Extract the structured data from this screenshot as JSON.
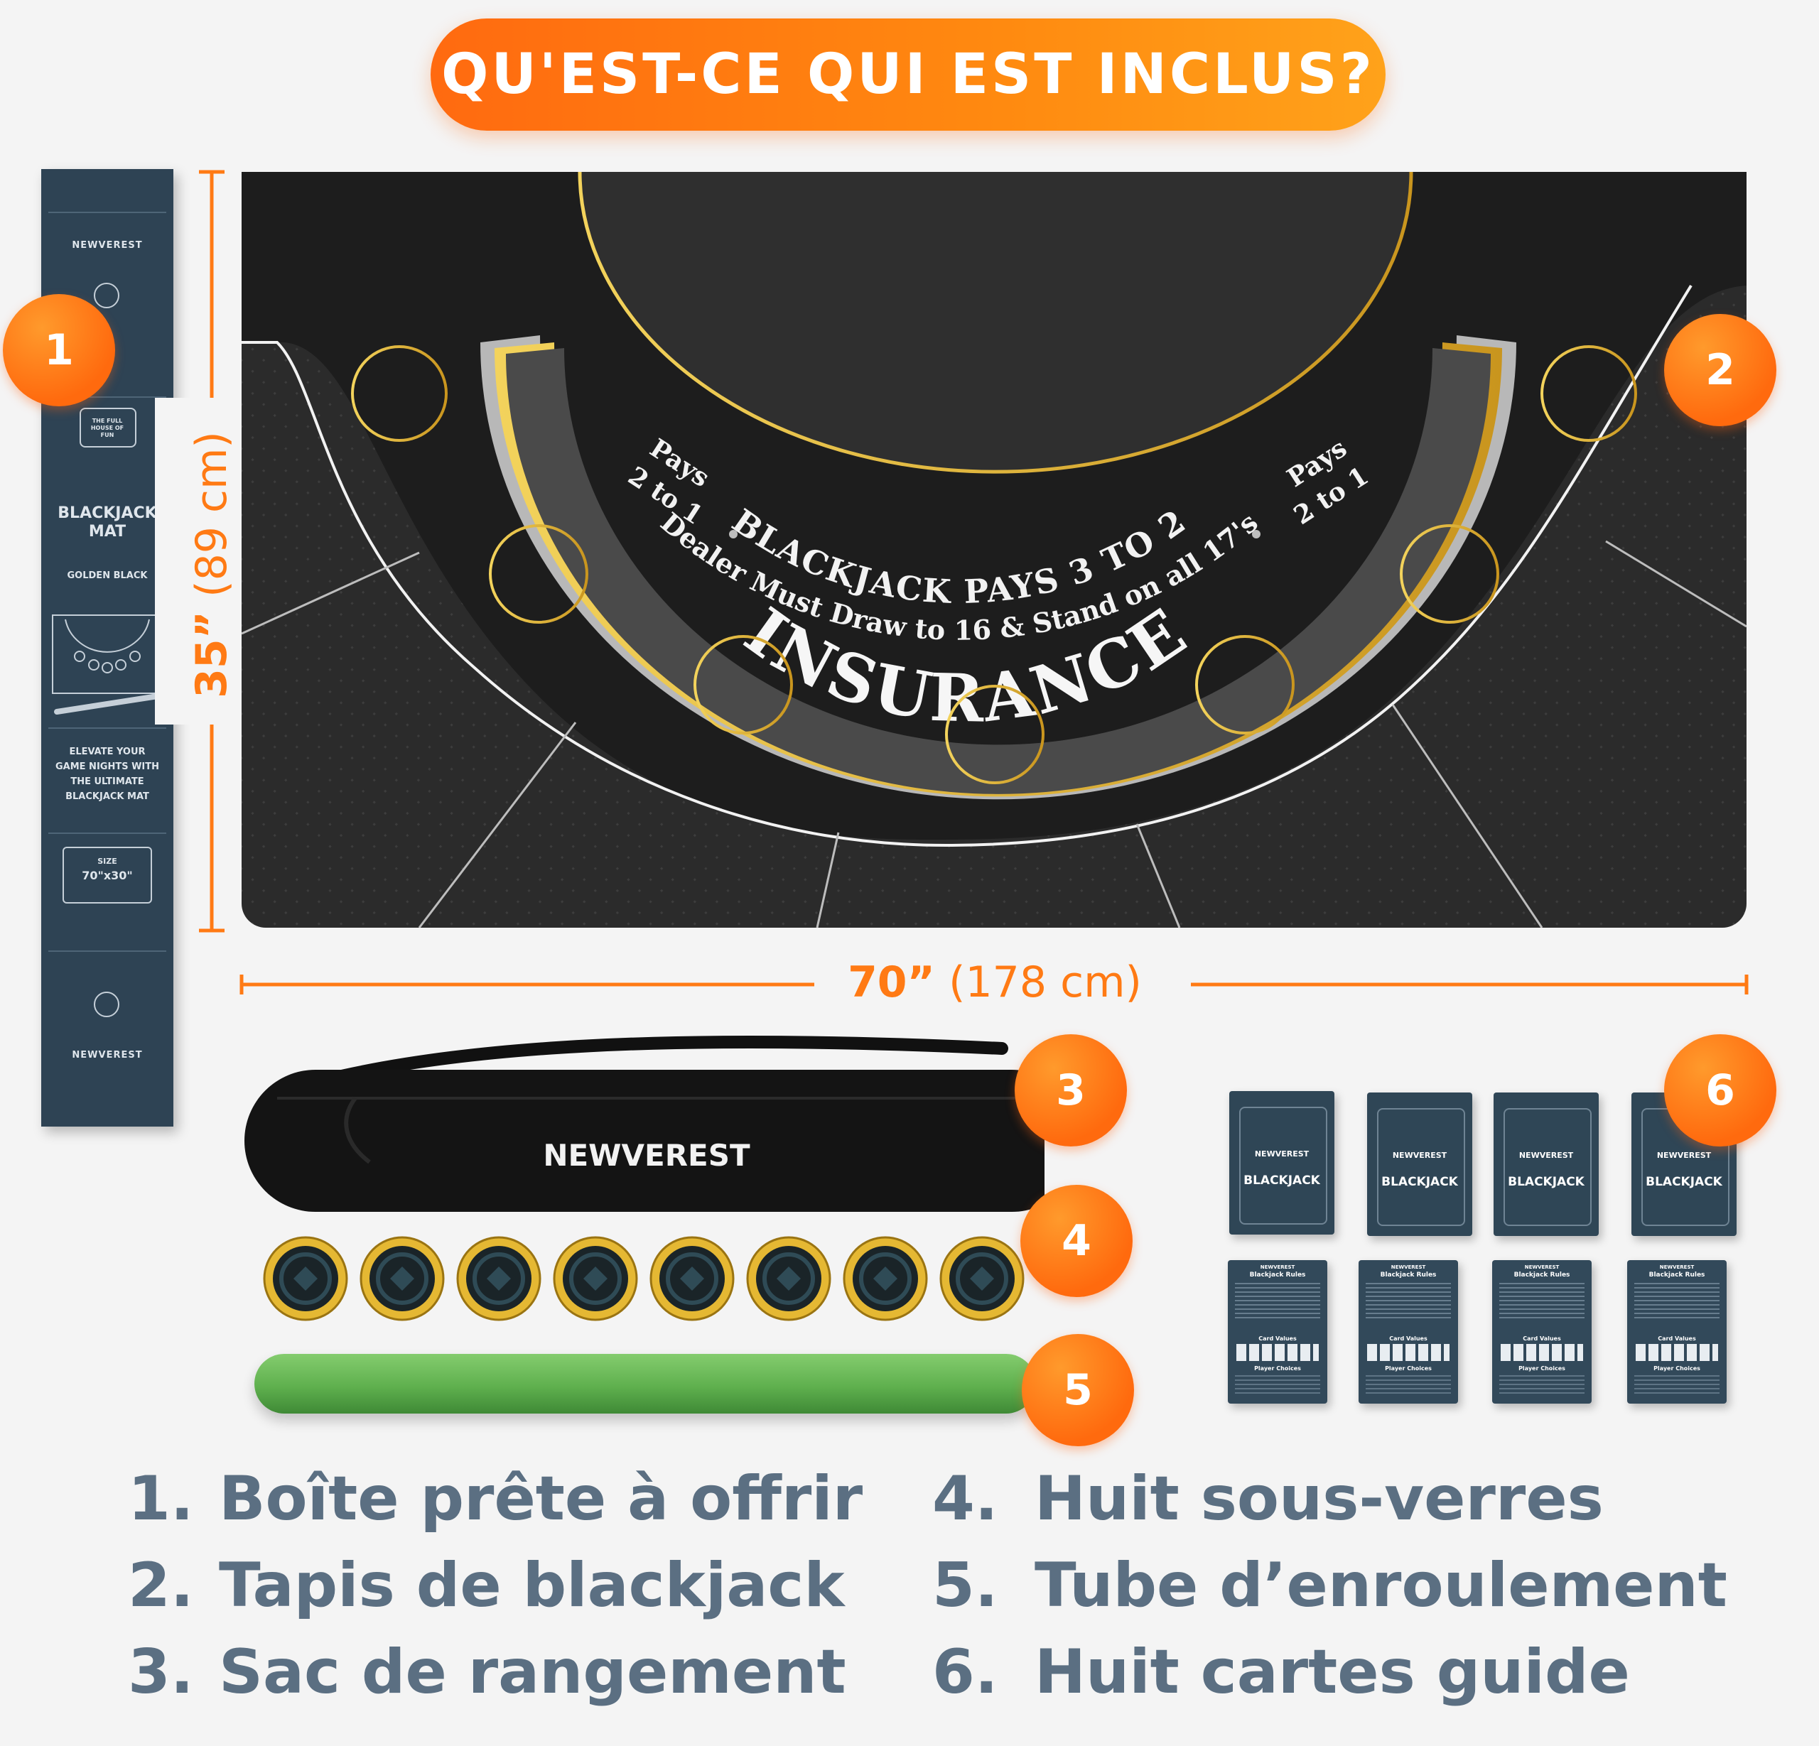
{
  "header": {
    "title": "QU'EST-CE QUI EST INCLUS?"
  },
  "box": {
    "brand": "NEWVEREST",
    "tagline": "THE FULL HOUSE OF FUN",
    "title_line1": "BLACKJACK",
    "title_line2": "MAT",
    "variant": "GOLDEN BLACK",
    "promo": [
      "ELEVATE YOUR",
      "GAME NIGHTS WITH",
      "THE ULTIMATE",
      "BLACKJACK MAT"
    ],
    "size_label": "SIZE",
    "size_value": "70\"x30\""
  },
  "markers": [
    "1",
    "2",
    "3",
    "4",
    "5",
    "6"
  ],
  "dimensions": {
    "height_main": "35”",
    "height_sub": "(89 cm)",
    "width_main": "70”",
    "width_sub": "(178 cm)"
  },
  "mat": {
    "line1": "BLACKJACK PAYS 3 TO 2",
    "line2": "Dealer Must Draw to 16 & Stand on all 17's",
    "insurance": "INSURANCE",
    "pays_left": "Pays",
    "pays_left_ratio": "2 to 1",
    "pays_right": "Pays",
    "pays_right_ratio": "2 to 1"
  },
  "bag": {
    "brand": "NEWVEREST"
  },
  "coasters": {
    "count": 8
  },
  "cards": {
    "cover_brand": "NEWVEREST",
    "cover_title": "BLACKJACK",
    "rules_title": "Blackjack Rules",
    "rules_sub1": "Card Values",
    "rules_sub2": "Player Choices"
  },
  "legend": [
    {
      "num": "1.",
      "label": "Boîte prête à offrir"
    },
    {
      "num": "2.",
      "label": "Tapis de blackjack"
    },
    {
      "num": "3.",
      "label": "Sac de rangement"
    },
    {
      "num": "4.",
      "label": "Huit sous-verres"
    },
    {
      "num": "5.",
      "label": "Tube d’enroulement"
    },
    {
      "num": "6.",
      "label": "Huit cartes guide"
    }
  ],
  "colors": {
    "accent_orange": "#ff7a14",
    "legend_text": "#5b6f82",
    "mat_black": "#1c1c1c",
    "gold": "#e5b833",
    "tube_green": "#5fb04e",
    "box_navy": "#2e4354"
  }
}
